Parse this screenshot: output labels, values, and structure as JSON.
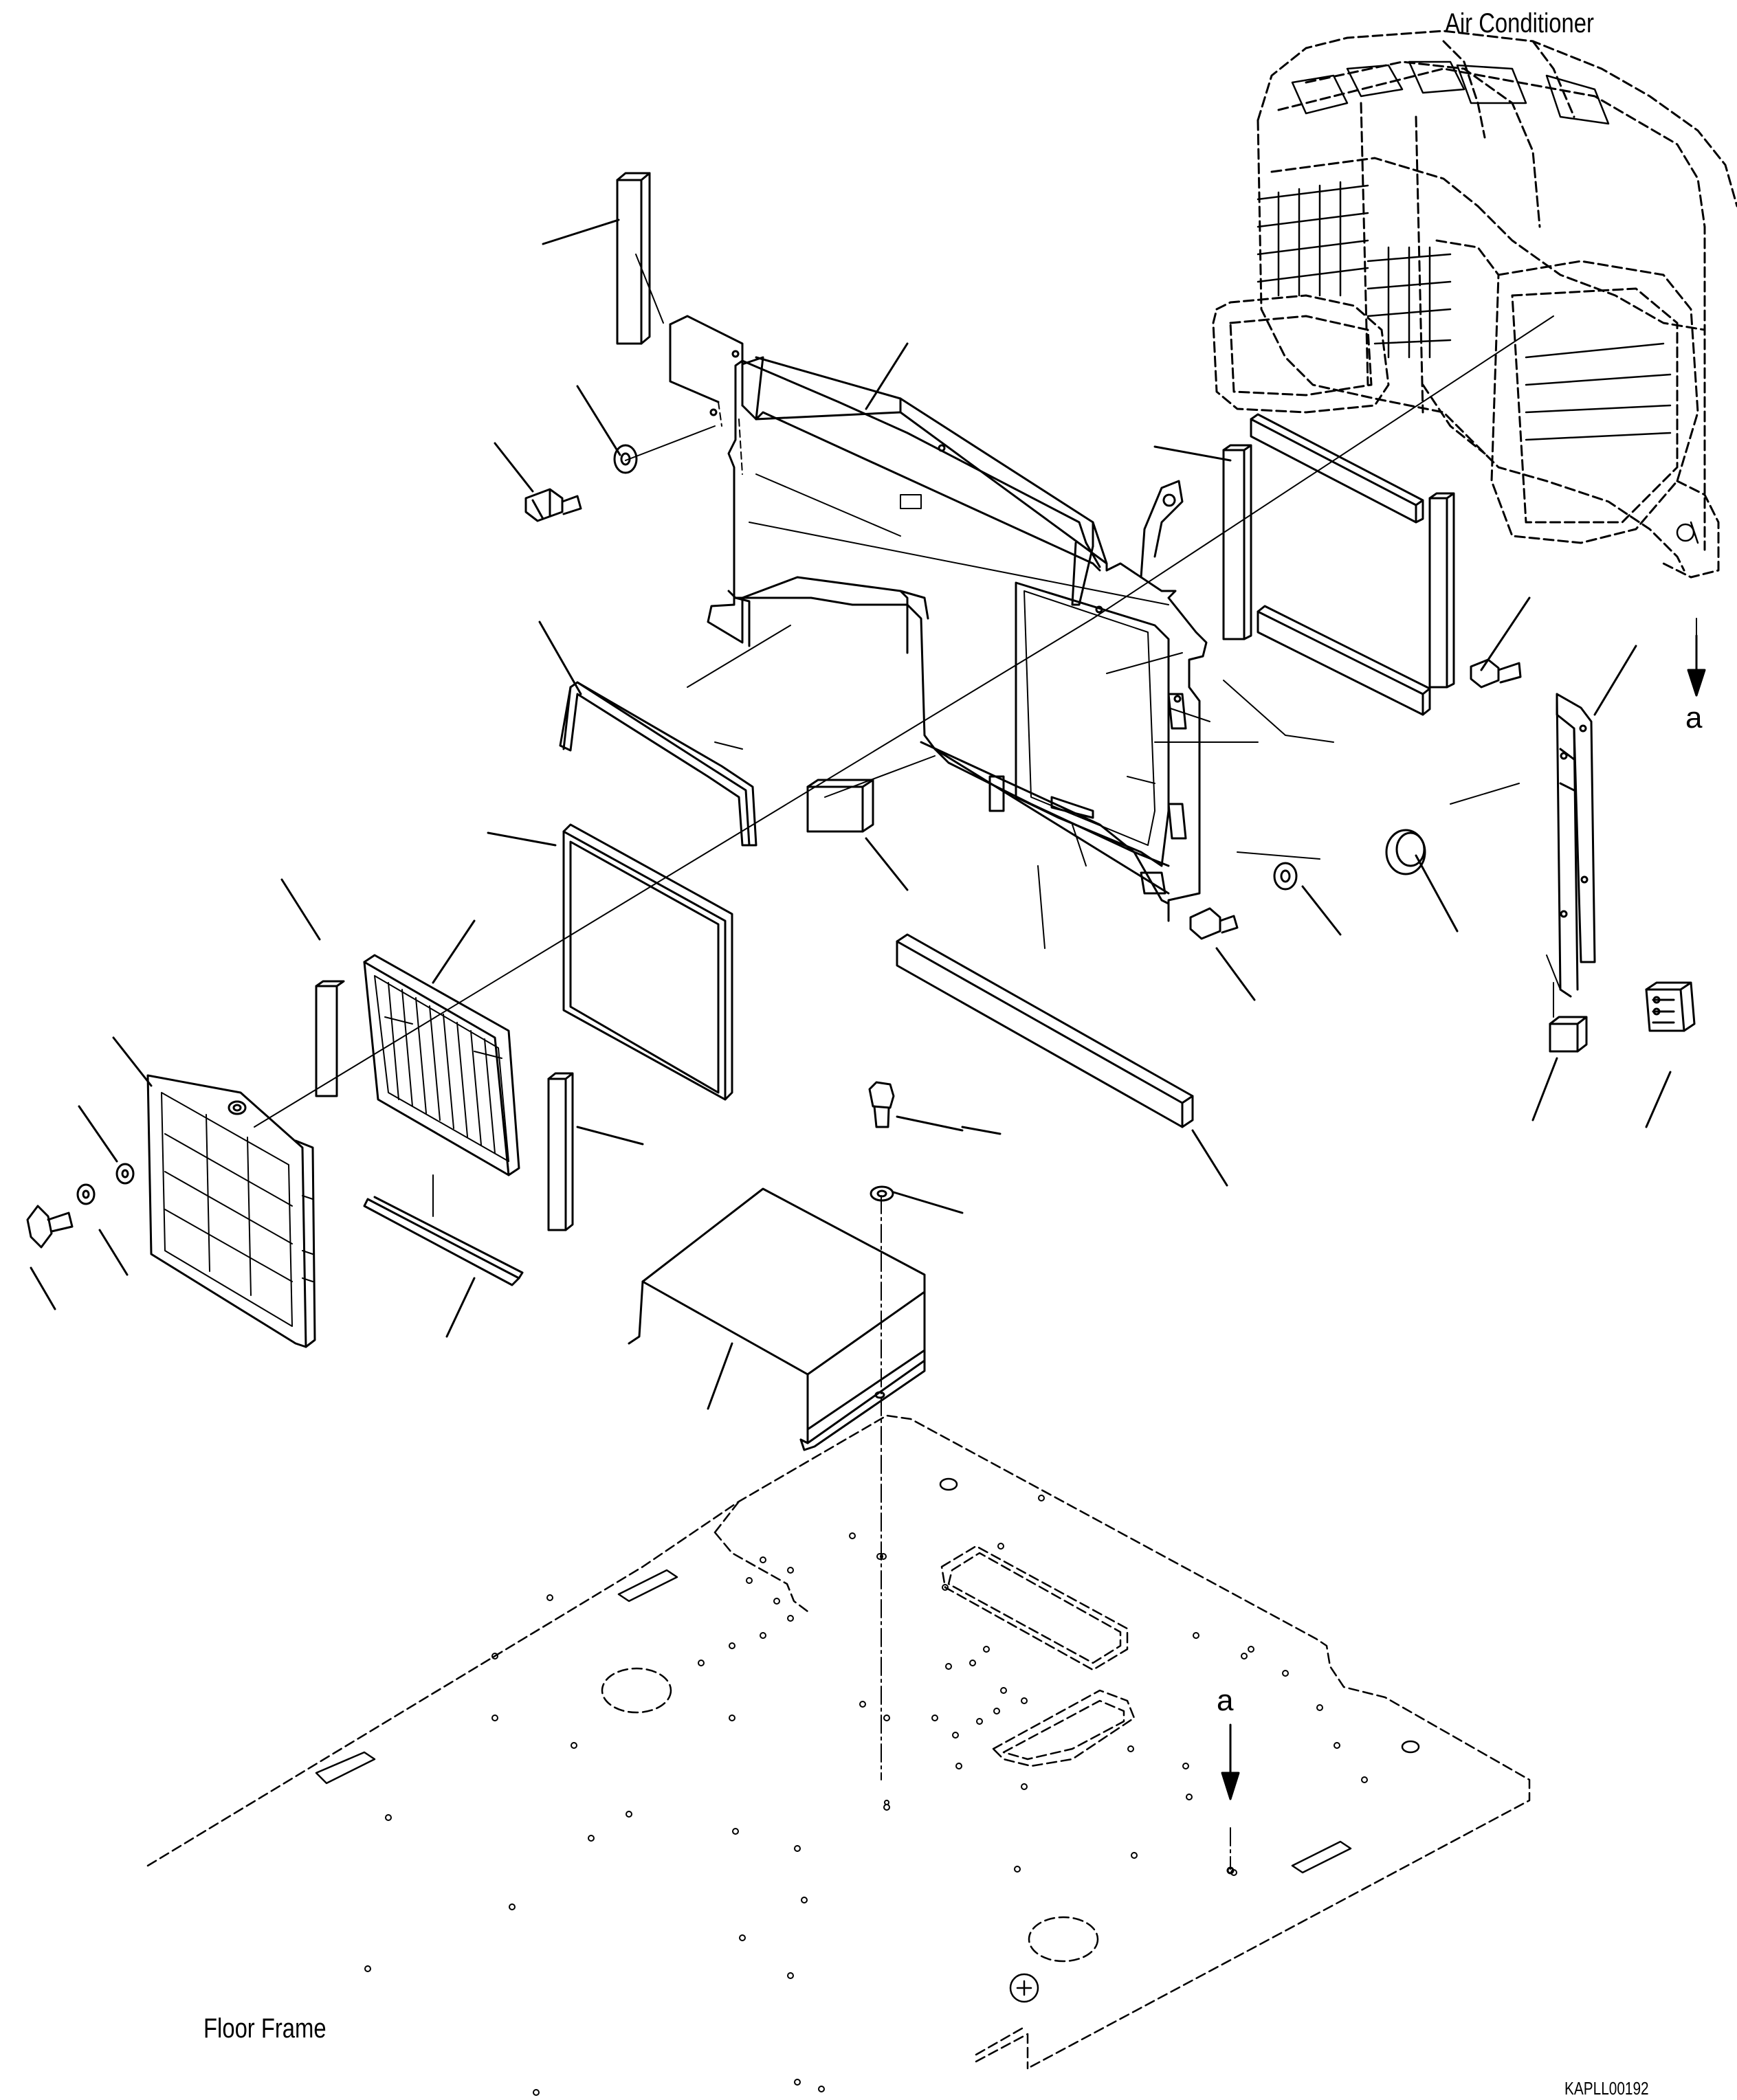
{
  "labels": {
    "air_conditioner": "Air Conditioner",
    "floor_frame": "Floor Frame",
    "drawing_code": "KAPLL00192",
    "ref_a_upper": "a",
    "ref_a_lower": "a"
  },
  "colors": {
    "line": "#000000",
    "background": "#ffffff"
  }
}
